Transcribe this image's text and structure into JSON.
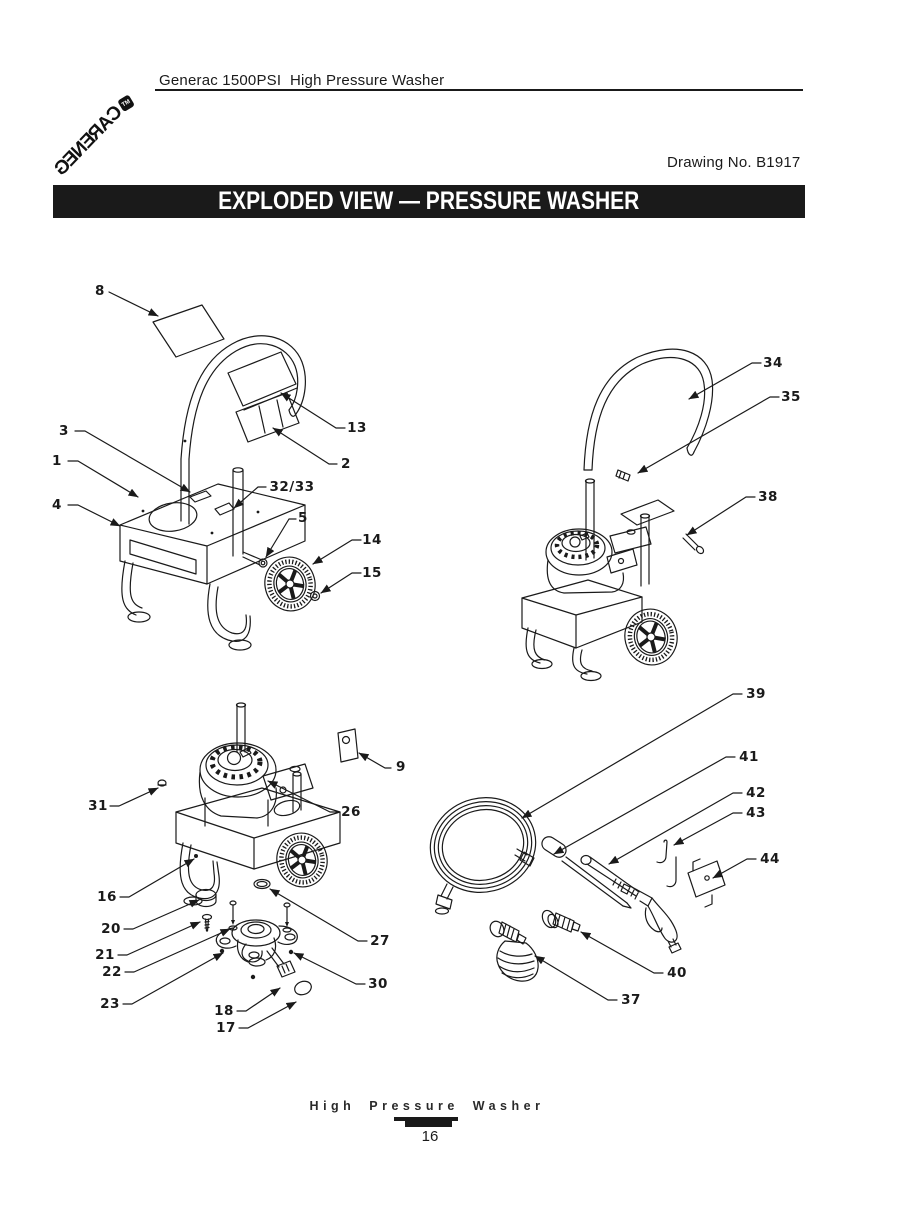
{
  "header": {
    "logo_letters": [
      "G",
      "E",
      "N",
      "E",
      "R",
      "A",
      "C"
    ],
    "logo_tm": "TM",
    "doc_title": "Generac 1500PSI  High Pressure Washer",
    "drawing_no": "Drawing No. B1917"
  },
  "banner": {
    "title": "EXPLODED VIEW — PRESSURE WASHER"
  },
  "colors": {
    "ink": "#1a1a1a",
    "paper": "#ffffff",
    "banner_bg": "#1a1a1a",
    "banner_text": "#ffffff"
  },
  "diagrams": [
    {
      "name": "cart-frame",
      "callouts": [
        {
          "label": "8"
        },
        {
          "label": "13"
        },
        {
          "label": "2"
        },
        {
          "label": "3"
        },
        {
          "label": "1"
        },
        {
          "label": "32/33"
        },
        {
          "label": "4"
        },
        {
          "label": "5"
        },
        {
          "label": "14"
        },
        {
          "label": "15"
        }
      ]
    },
    {
      "name": "handle-assembly",
      "callouts": [
        {
          "label": "34"
        },
        {
          "label": "35"
        },
        {
          "label": "38"
        }
      ]
    },
    {
      "name": "engine-pump-assembly",
      "callouts": [
        {
          "label": "9"
        },
        {
          "label": "31"
        },
        {
          "label": "26"
        },
        {
          "label": "16"
        },
        {
          "label": "20"
        },
        {
          "label": "21"
        },
        {
          "label": "22"
        },
        {
          "label": "23"
        },
        {
          "label": "27"
        },
        {
          "label": "30"
        },
        {
          "label": "18"
        },
        {
          "label": "17"
        }
      ]
    },
    {
      "name": "hose-gun-accessories",
      "callouts": [
        {
          "label": "39"
        },
        {
          "label": "41"
        },
        {
          "label": "42"
        },
        {
          "label": "43"
        },
        {
          "label": "44"
        },
        {
          "label": "40"
        },
        {
          "label": "37"
        }
      ]
    }
  ],
  "footer": {
    "product": "High Pressure Washer",
    "page_number": "16"
  }
}
